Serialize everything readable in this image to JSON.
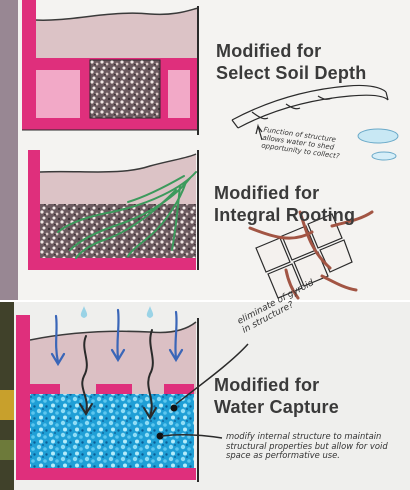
{
  "panels": [
    {
      "title_line1": "Modified for",
      "title_line2": "Select Soil Depth",
      "note": "Function of structure allows water to shed opportunity to collect?"
    },
    {
      "title_line1": "Modified for",
      "title_line2": "Integral Rooting"
    },
    {
      "title_line1": "Modified for",
      "title_line2": "Water Capture",
      "note_top": "eliminate of gyroid in structure?",
      "note_bottom": "modify internal structure to maintain structural properties but allow for void space as performative use."
    }
  ],
  "colors": {
    "magenta": "#e0307e",
    "soil": "#dfc6c9",
    "gravel": "#5a4a4e",
    "water": "#2aa6d8",
    "roots": "#3c9a5c",
    "arrows": "#3a66b8",
    "brick": "#a25544"
  }
}
